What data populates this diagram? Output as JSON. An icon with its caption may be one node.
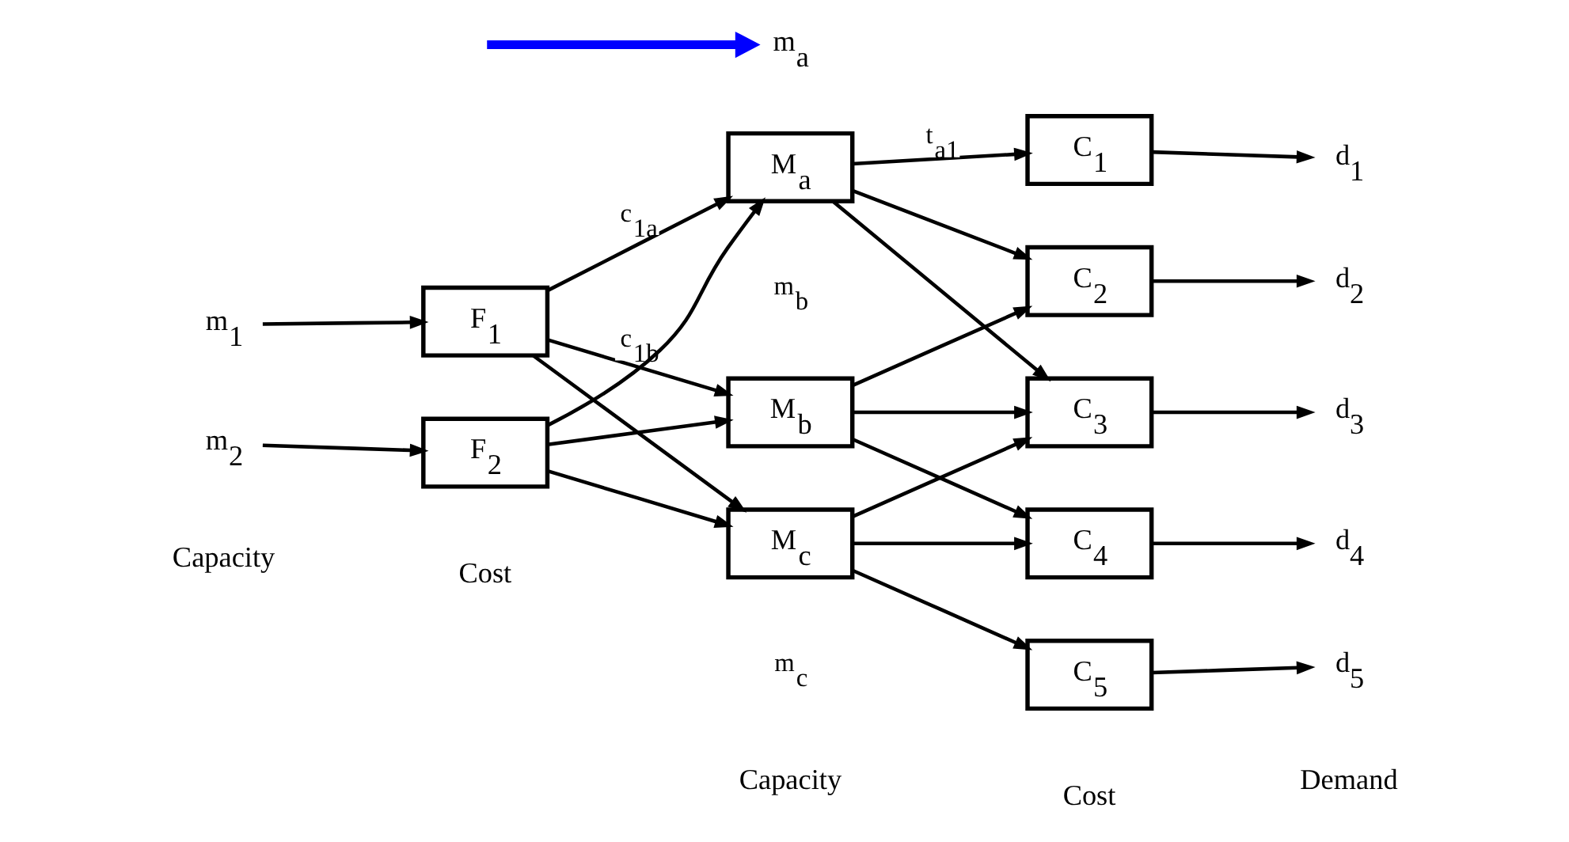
{
  "diagram": {
    "nodes": [
      {
        "text": [
          "m$_{1}$"
        ]
      },
      {
        "text": [
          "m$_{2}$"
        ]
      },
      {
        "text": [
          "F$_{1}$"
        ]
      },
      {
        "text": [
          "F$_{2}$"
        ]
      },
      {
        "text": [
          "M$_{a}$"
        ]
      },
      {
        "text": [
          "M$_{b}$"
        ],
        "beside": [
          "m$_{b}$"
        ]
      },
      {
        "text": [
          "M$_{c}$"
        ],
        "beside": [
          "m$_{c}$"
        ]
      },
      {
        "text": [
          "C$_{1}$"
        ]
      },
      {
        "text": [
          "C$_{2}$"
        ]
      },
      {
        "text": [
          "C$_{3}$"
        ]
      },
      {
        "text": [
          "C$_{4}$"
        ]
      },
      {
        "text": [
          "C$_{5}$"
        ]
      },
      {
        "text": [
          "d$_{1}$"
        ]
      },
      {
        "text": [
          "d$_{2}$"
        ]
      },
      {
        "text": [
          "d$_{3}$"
        ]
      },
      {
        "text": [
          "d$_{4}$"
        ]
      },
      {
        "text": [
          "d$_{5}$"
        ]
      },
      {
        "text": [
          "m$_{a}$"
        ]
      }
    ],
    "edges": [
      {
        "from": 0,
        "to": 2,
        "arrow": "to"
      },
      {
        "from": 1,
        "to": 3,
        "arrow": "to"
      },
      {
        "from": 2,
        "to": 4,
        "arrow": "to",
        "label": "c$_{1a}$"
      },
      {
        "from": 2,
        "to": 5,
        "arrow": "to",
        "label": "c$_{1b}$"
      },
      {
        "from": 2,
        "to": 6,
        "arrow": "to"
      },
      {
        "from": 3,
        "to": 4,
        "arrow": "to"
      },
      {
        "from": 3,
        "to": 5,
        "arrow": "to"
      },
      {
        "from": 3,
        "to": 6,
        "arrow": "to"
      },
      {
        "from": 4,
        "to": 7,
        "arrow": "to",
        "label": "t$_{a1}$"
      },
      {
        "from": 4,
        "to": 8,
        "arrow": "to"
      },
      {
        "from": 4,
        "to": 9,
        "arrow": "to"
      },
      {
        "from": 5,
        "to": 8,
        "arrow": "to"
      },
      {
        "from": 5,
        "to": 9,
        "arrow": "to"
      },
      {
        "from": 5,
        "to": 10,
        "arrow": "to"
      },
      {
        "from": 6,
        "to": 9,
        "arrow": "to"
      },
      {
        "from": 6,
        "to": 10,
        "arrow": "to"
      },
      {
        "from": 6,
        "to": 11,
        "arrow": "to"
      },
      {
        "from": 7,
        "to": 12,
        "arrow": "to"
      },
      {
        "from": 8,
        "to": 13,
        "arrow": "to"
      },
      {
        "from": 9,
        "to": 14,
        "arrow": "to"
      },
      {
        "from": 10,
        "to": 15,
        "arrow": "to"
      },
      {
        "from": 11,
        "to": 16,
        "arrow": "to"
      },
      {
        "from": null,
        "to": 17,
        "arrow": "to",
        "style": "thick",
        "color": "#0000ff"
      }
    ],
    "labels": [
      "Capacity",
      "Cost",
      "Capacity",
      "Cost",
      "Demand"
    ]
  }
}
